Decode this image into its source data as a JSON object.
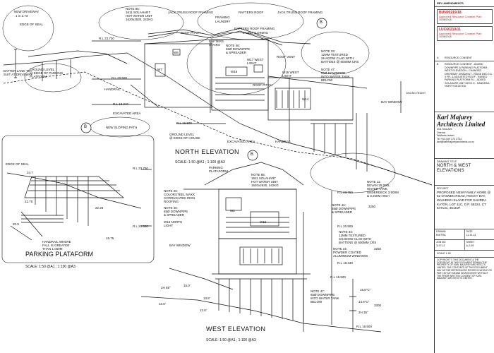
{
  "north": {
    "title": "NORTH ELEVATION",
    "scale": "SCALE:   1:50 @A1 ; 1:100 @A3",
    "labels": {
      "new_driveway": "NEW DRIVEWAY",
      "rl_2273": "1 in 2.73",
      "edge_of_seal": "EDGE OF SEAL",
      "note85a": "NOTE 85:",
      "note85b": "1611 SOLAHART",
      "note85c": "HOT WATER UNIT",
      "note85d": "1620x2530, 242KG",
      "jack1": "JACK TRUSS ROOF FRAMING",
      "rafters1": "RAFTERS ROOF",
      "rafters2": "FRAMING",
      "laundry": "LAUNDRY",
      "jack2": "JACK TRUSS ROOF FRAMING",
      "rafters3": "RAFTERS ROOF FRAMING",
      "living": "LIVING & DINING",
      "roof_pitch": "ROOF PITCH",
      "rl_2373": "R.L 23.730",
      "rafters_stairs": "RAFTERS",
      "stairs": "STAIRS",
      "note46a": "NOTE 46:",
      "note46b": "65Ø DOWNPIPE",
      "note46c": "& SPREADER",
      "roof_vent": "ROOF VENT",
      "w17": "W17 WEST",
      "light": "LIGHT",
      "w15": "W15 WEST",
      "light2": "LIGHT",
      "note33a": "NOTE 33:",
      "note33b": "12MM TEXTURED",
      "note33c": "SHADOW CLAD WITH",
      "note33d": "BATTENS @ 600MM CRS",
      "note47a": "NOTE 47:",
      "note47b": "65Ø DOWNPIPE",
      "note47c": "INTO WATER TANK",
      "note47d": "BELOW",
      "roof_pitch2": "ROOF PITCH",
      "batter": "BATTER LAND TO",
      "batter2": "SUIT AT DRIVEWAY",
      "ground1": "GROUND LEVEL",
      "ground2": "@ EDGE OF PARKING",
      "ground3": "PLATFORM",
      "rl_2050": "R.L 20.500",
      "handrail": "HANDRAIL",
      "rl_1834": "R.L 18.340",
      "excavated": "EXCAVATED AREA",
      "sloping": "NEW SLOPING PATH",
      "rl_1650": "R.L 16.500",
      "ground_edge1": "GROUND LEVEL",
      "ground_edge2": "@ EDGE OF HOUSE",
      "excavated2": "EXCAVATED AREA",
      "handrail2": "HANDRAIL",
      "bay_window": "BAY WINDOW",
      "ceiling": "CEILING HEIGHT",
      "w16": "W16",
      "w14": "W14",
      "w7": "W7",
      "w6": "W6"
    }
  },
  "parking": {
    "title": "PARKING PLATAFORM",
    "scale": "SCALE:   1:50 @A1 ; 1:100 @A3",
    "labels": {
      "edge_of_seal": "EDGE OF SEAL",
      "rl_2375": "R.L 23.750",
      "rl_2050": "R.L 20.500",
      "handrail1": "HANDRAIL WHERE",
      "handrail2": "FALL IS GREATER",
      "handrail3": "THAN 1.000M",
      "d1": "24.7",
      "d2": "22.70",
      "d3": "22.25",
      "d4": "20.9",
      "d5": "19.75"
    }
  },
  "west": {
    "title": "WEST ELEVATION",
    "scale": "SCALE:   1:50 @A1 ; 1:100 @A3",
    "labels": {
      "parking1": "PARKING",
      "parking2": "PLATAFORM",
      "note85a": "NOTE 85:",
      "note85b": "1611 SOLAHART",
      "note85c": "HOT WATER UNIT",
      "note85d": "1620x2530, 242KG",
      "rl_2375": "R.L 23.750",
      "note11a": "NOTE 11:",
      "note11b": "DEVAN 25 000L",
      "note11c": "WATER TANK,",
      "note11d": "UNDERDECK 3.500M",
      "note11e": "& 3.200M HIGH",
      "note26a": "NOTE 26:",
      "note26b": "COLORSTEEL MAXX",
      "note26c": "CORRUGATED IRON",
      "note26d": "ROOFING",
      "note46a": "NOTE 46:",
      "note46b": "65Ø DOWNPIPE",
      "note46c": "& SPREADER",
      "note46d": "NOTE 46:",
      "note46e": "65Ø DOWNPIPE",
      "note46f": "& SPREADER",
      "w16": "W16 NORTH",
      "light": "LIGHT",
      "rl_2050": "R.L 20.500",
      "note33a": "NOTE 33:",
      "note33b": "12MM TEXTURED",
      "note33c": "SHADOW CLAD WITH",
      "note33d": "BATTENS @ 600MM CRS",
      "bay": "BAY WINDOW",
      "note34a": "NOTE 34:",
      "note34b": "POWDER COATED",
      "note34c": "ALUMINIUM WINDOWS",
      "rl_1834": "R.L 18.340",
      "rl_1650": "R.L 16.500",
      "note47a": "NOTE 47:",
      "note47b": "65Ø DOWNPIPE",
      "note47c": "INTO WATER TANK",
      "note47d": "BELOW",
      "lvl1": "15.6\"C\"",
      "lvl2": "15.0'",
      "lvl3": "14.6\"C\"",
      "lvl4": "13.8'",
      "lvl5": "12.8'",
      "lvl6": "2H 35°",
      "lvl7": "13.6'",
      "lvl8": "2H 55°",
      "lvl9": "R.L 16.500",
      "w2": "W2",
      "w15": "W15",
      "dim1": "3250",
      "dim2": "3250",
      "dim3": "3300"
    }
  },
  "titleblock": {
    "rev_header": "REV   AMENDMENTS",
    "stamp1_num": "BUN90219/18",
    "stamp1_text": "Approved Resource Consent Plan",
    "stamp1_date": "10/08/2018",
    "stamp2_num": "LUC60219/11",
    "stamp2_text": "Approved Resource Consent Plan",
    "stamp2_date": "10/08/2018",
    "rev_a_id": "A",
    "rev_a": "RESOURCE CONSENT",
    "rev_b_id": "B",
    "rev_b": "RESOURCE CONSENT - ADDED DOWNPIPE & PARKING PLATFORM - WEST ELEVATION - CHANGED DRIVEWAY GRADIENT - RAISE BED 2 & 3 FFL & ADJUSTED ROOF - RAISED PARKING PLATFORM R.L - ADDED SOLAHART UNIT DECK 6 - HANDRAIL NORTH DELETED",
    "firm": "Karl Majurey Architects Limited",
    "addr1": "3/11 Moa Ave",
    "addr2": "Oneroa",
    "addr3": "Waiheke Island",
    "addr4": "Tel +64 (0)9 372 2734",
    "addr5": "karl@karlmajureyarchitects.co.nz",
    "drawing_label": "DRAWING TITLE",
    "drawing_title": "NORTH & WEST ELEVATIONS",
    "project_label": "PROJECT",
    "project": "PROPOSED NEW FAMILY HOME @ 62 O'OWEN ROAD, ROCKY BAY, WAIHEKE ISLAND FOR SANDRA KATON. LOT 11C, D.P. 58224, CT 847131, 3511M²",
    "drawn_label": "DRAWN",
    "drawn": "KM/TRA",
    "date_label": "DATE",
    "date": "11.10.13",
    "job_label": "JOB NO.",
    "job": "1107-11",
    "sheet_label": "SHEET",
    "sheet": "A-2-05",
    "scale_label": "SCALE",
    "scale": "1:50",
    "copyright": "COPYRIGHT © THIS DOCUMENT & THE COPYRIGHT IN THIS DOCUMENT REMAIN THE PROPERTY OF KARL MAJUREY ARCHITECTS LIMITED. THE CONTENTS OF THIS DOCUMENT MAY NOT BE REPRODUCED EITHER IN WHOLE OR PART, BY ANY MEANS WHATSOEVER WITHOUT THE PRIOR WRITTEN CONSENT OF KARL MAJUREY ARCHITECTS LIMITED.",
    "section_mark": "B",
    "section_mark2": "B"
  },
  "colors": {
    "line": "#111111",
    "stamp": "#dd2222",
    "paper": "#ffffff"
  }
}
